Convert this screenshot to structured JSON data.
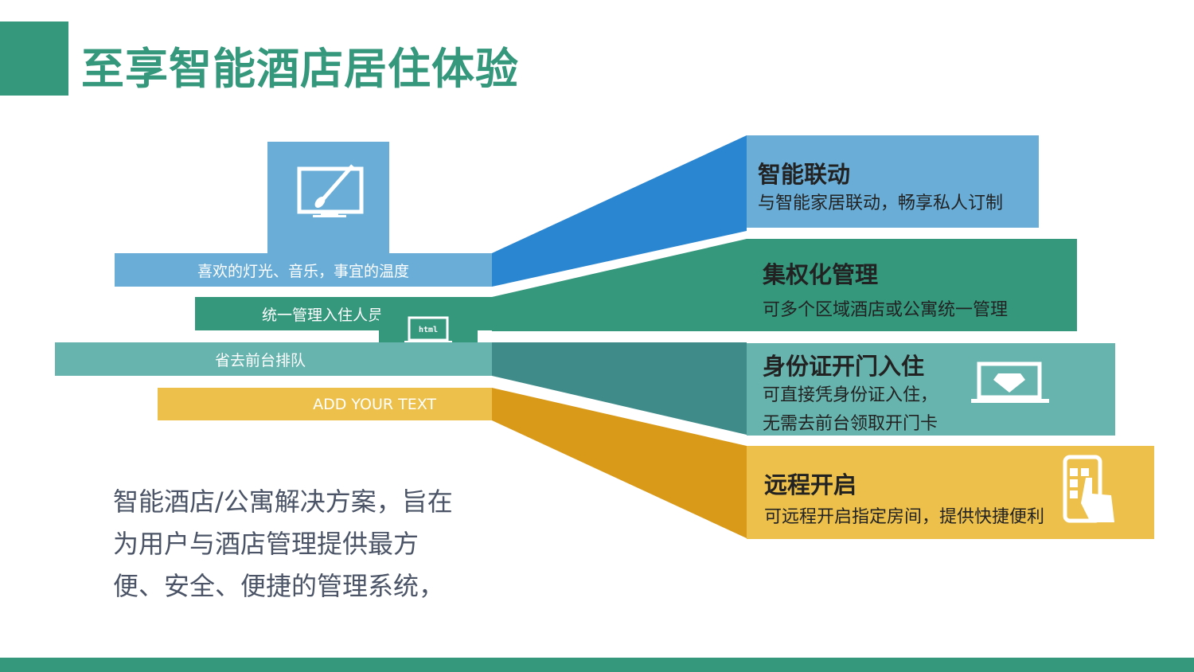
{
  "title": "至享智能酒店居住体验",
  "left_strips": [
    "喜欢的灯光、音乐，事宜的温度",
    "统一管理入住人员",
    "省去前台排队",
    "ADD YOUR TEXT"
  ],
  "html_badge": "html",
  "items": [
    {
      "title": "智能联动",
      "lines": [
        "与智能家居联动，畅享私人订制"
      ]
    },
    {
      "title": "集权化管理",
      "lines": [
        "可多个区域酒店或公寓统一管理"
      ]
    },
    {
      "title": "身份证开门入住",
      "lines": [
        "可直接凭身份证入住，",
        "无需去前台领取开门卡"
      ]
    },
    {
      "title": "远程开启",
      "lines": [
        "可远程开启指定房间，提供快捷便利"
      ]
    }
  ],
  "description": [
    "智能酒店/公寓解决方案，旨在",
    "为用户与酒店管理提供最方",
    "便、安全、便捷的管理系统，"
  ],
  "colors": {
    "accent": "#35977c",
    "blue": "#6aaed8",
    "blue_dark": "#2a86d0",
    "teal": "#67b3ad",
    "teal_dark": "#3e8b89",
    "yellow": "#ecc04a",
    "yellow_dark": "#d99a1a"
  }
}
